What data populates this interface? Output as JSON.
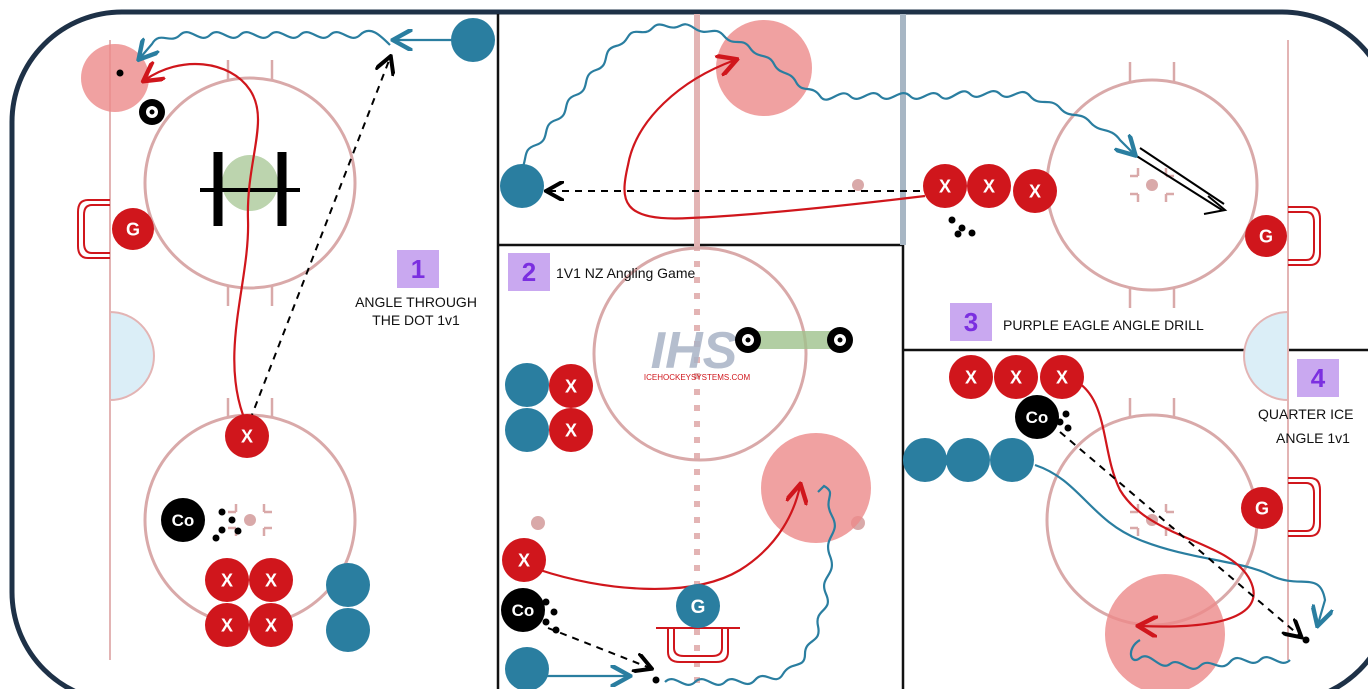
{
  "drills": [
    {
      "number": "1",
      "title_line1": "ANGLE THROUGH",
      "title_line2": "THE DOT 1v1"
    },
    {
      "number": "2",
      "title": "1V1 NZ Angling Game"
    },
    {
      "number": "3",
      "title": "PURPLE EAGLE ANGLE DRILL"
    },
    {
      "number": "4",
      "title_line1": "QUARTER ICE",
      "title_line2": "ANGLE 1v1"
    }
  ],
  "logo": {
    "mark": "IHS",
    "text": "ICEHOCKEYSYSTEMS.COM"
  },
  "player_labels": {
    "attacker": "X",
    "goalie": "G",
    "coach": "Co"
  },
  "colors": {
    "red_player": "#d0161c",
    "blue_player": "#2a7ea0",
    "coach": "#000000",
    "rink_line": "#e3b4b4",
    "circle_line": "#d9a9a9",
    "pink_zone": "#ec8a8a",
    "board": "#1e3147",
    "number_bg": "#c9a8f0",
    "number_fg": "#7b2fe0"
  }
}
